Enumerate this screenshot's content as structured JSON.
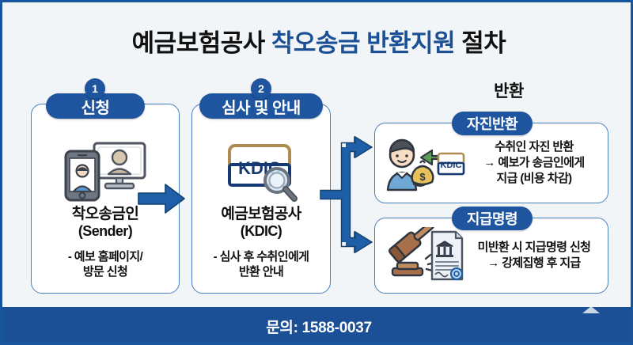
{
  "title": {
    "prefix": "예금보험공사 ",
    "highlight": "착오송금 반환지원",
    "suffix": " 절차"
  },
  "steps": [
    {
      "number": "1",
      "badge": "신청",
      "icon": "smartphone-monitor-icon",
      "title": "착오송금인",
      "subtitle": "(Sender)",
      "note": "- 예보 홈페이지/\n방문 신청"
    },
    {
      "number": "2",
      "badge": "심사 및 안내",
      "icon": "kdic-logo-magnifier-icon",
      "title": "예금보험공사",
      "subtitle": "(KDIC)",
      "note": "- 심사 후 수취인에게\n반환 안내"
    }
  ],
  "return_section": {
    "heading": "반환",
    "cards": [
      {
        "badge": "자진반환",
        "icon": "person-moneybag-kdic-icon",
        "text": "수취인 자진 반환\n→ 예보가 송금인에게\n지급 (비용 차감)"
      },
      {
        "badge": "지급명령",
        "icon": "gavel-document-icon",
        "text": "미반환 시 지급명령 신청\n→ 강제집행 후 지급"
      }
    ]
  },
  "connectors": {
    "step1_to_step2": "right-arrow-icon",
    "step2_to_branches": "fork-arrow-icon"
  },
  "footer": {
    "text": "문의: 1588-0037"
  },
  "colors": {
    "brand_blue": "#1b4f96",
    "badge_blue": "#1e559e",
    "card_border": "#4a7fbe",
    "background": "#f2f5f7",
    "footer_bg": "#1b4f96"
  }
}
